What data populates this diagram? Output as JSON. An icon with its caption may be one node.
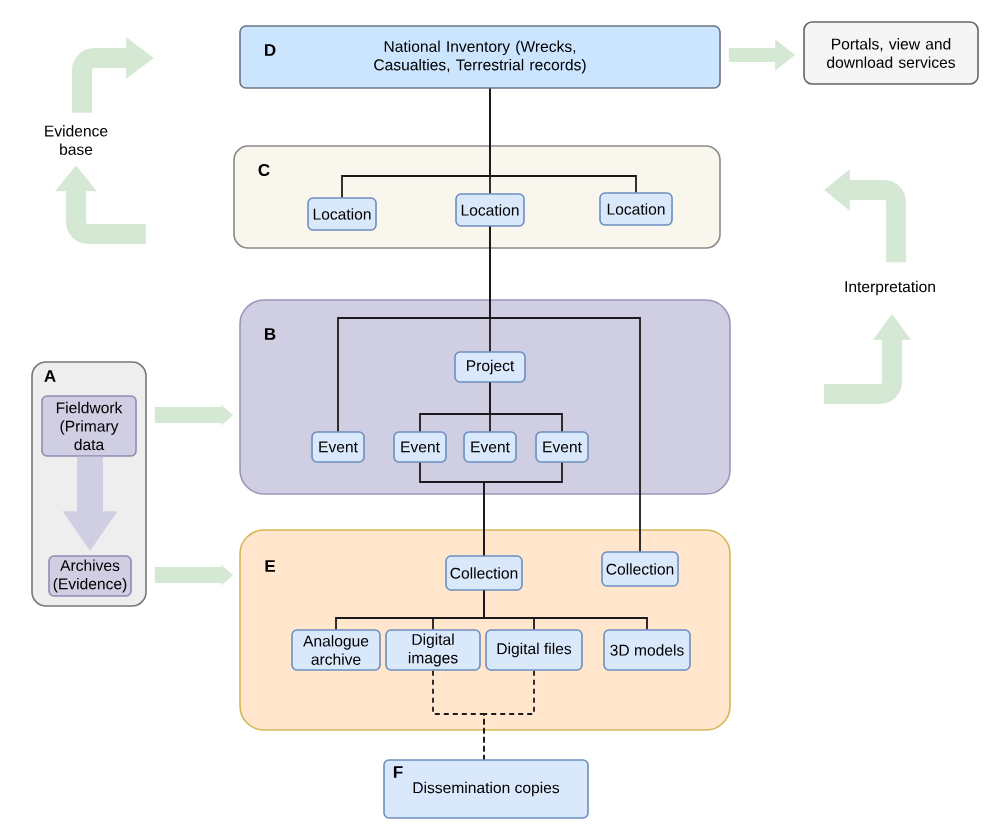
{
  "diagram": {
    "nodes": [
      {
        "text": [
          "D",
          "National Inventory (Wrecks, Casualties, Terrestrial records)"
        ]
      },
      {
        "text": [
          "Portals, view and download services"
        ]
      },
      {
        "text": [
          "Evidence base"
        ]
      },
      {
        "text": [
          "C"
        ]
      },
      {
        "text": [
          "Location"
        ],
        "in": 3
      },
      {
        "text": [
          "Location"
        ],
        "in": 3
      },
      {
        "text": [
          "Location"
        ],
        "in": 3
      },
      {
        "text": [
          "Interpretation"
        ]
      },
      {
        "text": [
          "A"
        ]
      },
      {
        "text": [
          "Fieldwork (Primary data"
        ],
        "in": 8
      },
      {
        "text": [
          "Archives (Evidence)"
        ],
        "in": 8
      },
      {
        "text": [
          "B"
        ]
      },
      {
        "text": [
          "Project"
        ],
        "in": 11
      },
      {
        "text": [
          "Event"
        ],
        "in": 11
      },
      {
        "text": [
          "Event"
        ],
        "in": 11
      },
      {
        "text": [
          "Event"
        ],
        "in": 11
      },
      {
        "text": [
          "Event"
        ],
        "in": 11
      },
      {
        "text": [
          "E"
        ]
      },
      {
        "text": [
          "Collection"
        ],
        "in": 17
      },
      {
        "text": [
          "Collection"
        ],
        "in": 17
      },
      {
        "text": [
          "Analogue archive"
        ],
        "in": 17
      },
      {
        "text": [
          "Digital images"
        ],
        "in": 17
      },
      {
        "text": [
          "Digital files"
        ],
        "in": 17
      },
      {
        "text": [
          "3D models"
        ],
        "in": 17
      },
      {
        "text": [
          "F",
          "Dissemination copies"
        ]
      }
    ],
    "edges": [
      {
        "from": 0,
        "to": 1,
        "arrow": "to",
        "style": "thick",
        "color": "#d5e8d4"
      },
      {
        "from": null,
        "to": 2,
        "arrow": "to",
        "style": "thick",
        "color": "#d5e8d4"
      },
      {
        "from": 2,
        "to": null,
        "arrow": "to",
        "style": "thick",
        "color": "#d5e8d4"
      },
      {
        "from": null,
        "to": 7,
        "arrow": "to",
        "style": "thick",
        "color": "#d5e8d4"
      },
      {
        "from": 7,
        "to": null,
        "arrow": "to",
        "style": "thick",
        "color": "#d5e8d4"
      },
      {
        "from": 0,
        "to": 4,
        "arrow": "none"
      },
      {
        "from": 0,
        "to": 5,
        "arrow": "none"
      },
      {
        "from": 0,
        "to": 6,
        "arrow": "none"
      },
      {
        "from": 5,
        "to": 13,
        "arrow": "none"
      },
      {
        "from": 5,
        "to": 12,
        "arrow": "none"
      },
      {
        "from": 5,
        "to": 19,
        "arrow": "none"
      },
      {
        "from": 12,
        "to": 14,
        "arrow": "none"
      },
      {
        "from": 12,
        "to": 15,
        "arrow": "none"
      },
      {
        "from": 12,
        "to": 16,
        "arrow": "none"
      },
      {
        "from": 14,
        "to": 18,
        "arrow": "none"
      },
      {
        "from": 16,
        "to": 18,
        "arrow": "none"
      },
      {
        "from": 18,
        "to": 20,
        "arrow": "none"
      },
      {
        "from": 18,
        "to": 21,
        "arrow": "none"
      },
      {
        "from": 18,
        "to": 22,
        "arrow": "none"
      },
      {
        "from": 18,
        "to": 23,
        "arrow": "none"
      },
      {
        "from": 21,
        "to": 24,
        "arrow": "none",
        "style": "dashed"
      },
      {
        "from": 22,
        "to": 24,
        "arrow": "none",
        "style": "dashed"
      },
      {
        "from": 8,
        "to": 11,
        "arrow": "to",
        "style": "thick",
        "color": "#d5e8d4"
      },
      {
        "from": 8,
        "to": 17,
        "arrow": "to",
        "style": "thick",
        "color": "#d5e8d4"
      },
      {
        "from": 9,
        "to": 10,
        "arrow": "to",
        "style": "thick",
        "color": "#d0cee2"
      }
    ]
  }
}
